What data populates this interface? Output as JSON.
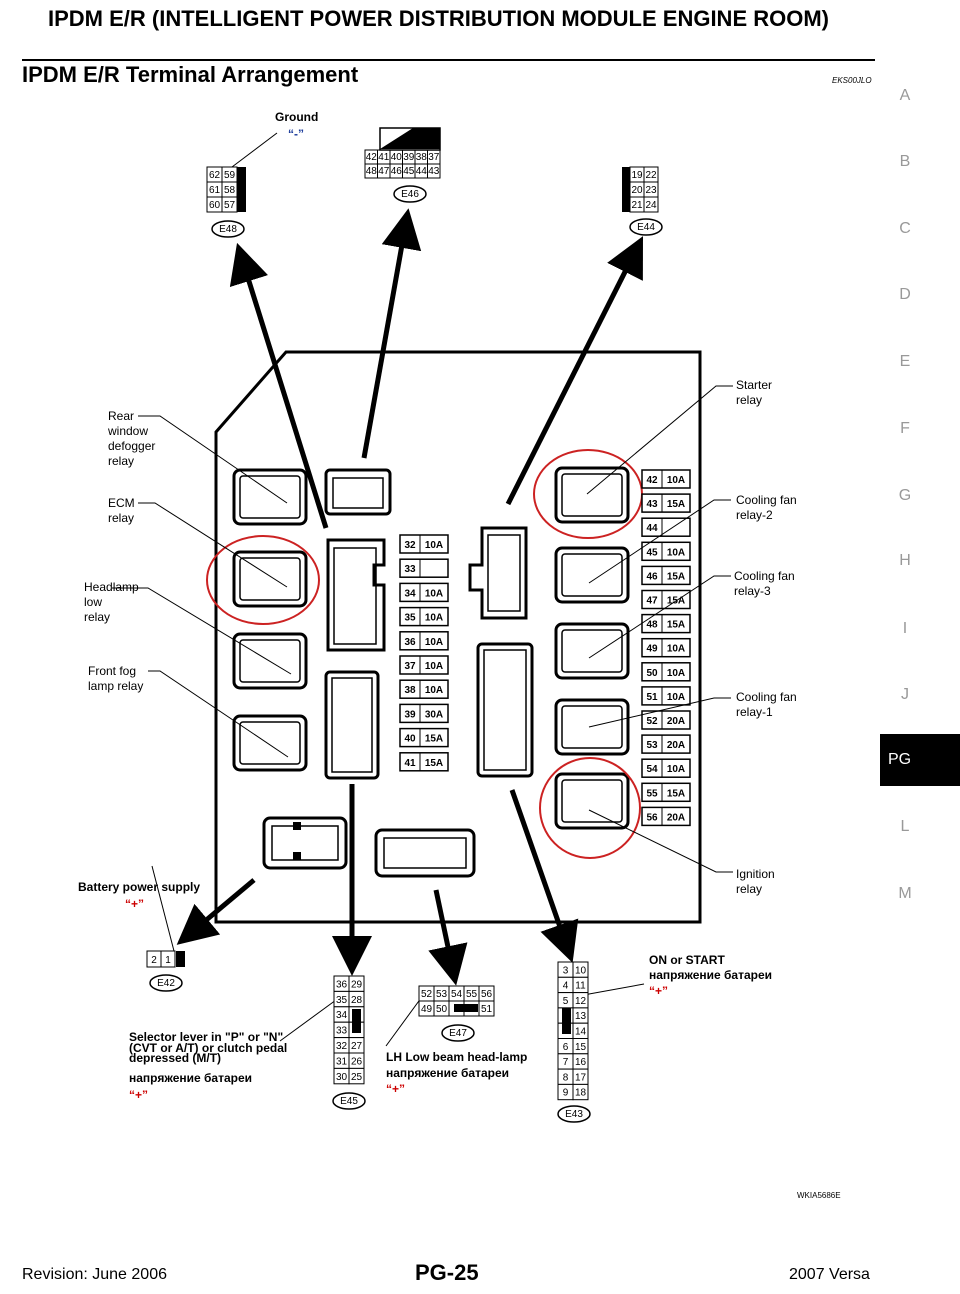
{
  "header": {
    "title": "IPDM E/R (INTELLIGENT POWER DISTRIBUTION MODULE ENGINE ROOM)"
  },
  "section": {
    "title": "IPDM E/R Terminal Arrangement",
    "code": "EKS00JLO"
  },
  "side_index": [
    "A",
    "B",
    "C",
    "D",
    "E",
    "F",
    "G",
    "H",
    "I",
    "J",
    "PG",
    "L",
    "M"
  ],
  "active_tab": "PG",
  "labels": {
    "ground": "Ground",
    "minus": "“-”",
    "plus": "“+”",
    "starter": [
      "Starter",
      "relay"
    ],
    "rear_window": [
      "Rear",
      "window",
      "defogger",
      "relay"
    ],
    "ecm": [
      "ECM",
      "relay"
    ],
    "headlamp": [
      "Headlamp",
      "low",
      "relay"
    ],
    "front_fog": [
      "Front fog",
      "lamp relay"
    ],
    "cf2": [
      "Cooling fan",
      "relay-2"
    ],
    "cf3": [
      "Cooling fan",
      "relay-3"
    ],
    "cf1": [
      "Cooling fan",
      "relay-1"
    ],
    "ignition": [
      "Ignition",
      "relay"
    ],
    "battery": "Battery power supply",
    "on_start": [
      "ON or START",
      "напряжение батареи"
    ],
    "selector": [
      "Selector lever in \"P\" or \"N\"",
      "(CVT or A/T) or clutch pedal",
      "depressed (M/T)",
      "напряжение батареи"
    ],
    "lh_low": [
      "LH Low beam head-lamp",
      "напряжение батареи"
    ],
    "figure_code": "WKIA5686E"
  },
  "connectors": {
    "E48": {
      "name": "E48",
      "pins": [
        [
          "62",
          "59"
        ],
        [
          "61",
          "58"
        ],
        [
          "60",
          "57"
        ]
      ]
    },
    "E46": {
      "name": "E46",
      "pins": [
        [
          "42",
          "41",
          "40",
          "39",
          "38",
          "37"
        ],
        [
          "48",
          "47",
          "46",
          "45",
          "44",
          "43"
        ]
      ]
    },
    "E44": {
      "name": "E44",
      "pins": [
        [
          "19",
          "22"
        ],
        [
          "20",
          "23"
        ],
        [
          "21",
          "24"
        ]
      ]
    },
    "E42": {
      "name": "E42",
      "pins": [
        [
          "2",
          "1"
        ]
      ]
    },
    "E45": {
      "name": "E45",
      "pins": [
        [
          "36",
          "29"
        ],
        [
          "35",
          "28"
        ],
        [
          "34",
          ""
        ],
        [
          "33",
          ""
        ],
        [
          "32",
          "27"
        ],
        [
          "31",
          "26"
        ],
        [
          "30",
          "25"
        ]
      ]
    },
    "E47": {
      "name": "E47",
      "pins": [
        [
          "52",
          "53",
          "54",
          "55",
          "56"
        ],
        [
          "49",
          "50",
          "",
          "",
          "51"
        ]
      ]
    },
    "E43": {
      "name": "E43",
      "pins": [
        [
          "3",
          "10"
        ],
        [
          "4",
          "11"
        ],
        [
          "5",
          "12"
        ],
        [
          "",
          "13"
        ],
        [
          "",
          "14"
        ],
        [
          "6",
          "15"
        ],
        [
          "7",
          "16"
        ],
        [
          "8",
          "17"
        ],
        [
          "9",
          "18"
        ]
      ]
    }
  },
  "fuses_center": [
    [
      "32",
      "10A"
    ],
    [
      "33",
      ""
    ],
    [
      "34",
      "10A"
    ],
    [
      "35",
      "10A"
    ],
    [
      "36",
      "10A"
    ],
    [
      "37",
      "10A"
    ],
    [
      "38",
      "10A"
    ],
    [
      "39",
      "30A"
    ],
    [
      "40",
      "15A"
    ],
    [
      "41",
      "15A"
    ]
  ],
  "fuses_right": [
    [
      "42",
      "10A"
    ],
    [
      "43",
      "15A"
    ],
    [
      "44",
      ""
    ],
    [
      "45",
      "10A"
    ],
    [
      "46",
      "15A"
    ],
    [
      "47",
      "15A"
    ],
    [
      "48",
      "15A"
    ],
    [
      "49",
      "10A"
    ],
    [
      "50",
      "10A"
    ],
    [
      "51",
      "10A"
    ],
    [
      "52",
      "20A"
    ],
    [
      "53",
      "20A"
    ],
    [
      "54",
      "10A"
    ],
    [
      "55",
      "15A"
    ],
    [
      "56",
      "20A"
    ]
  ],
  "footer": {
    "left": "Revision: June 2006",
    "center": "PG-25",
    "right": "2007 Versa"
  },
  "colors": {
    "plus_red": "#cc0000",
    "minus_blue": "#1a3a9a",
    "circle_red": "#cc2222",
    "tab_bg": "#000000"
  }
}
